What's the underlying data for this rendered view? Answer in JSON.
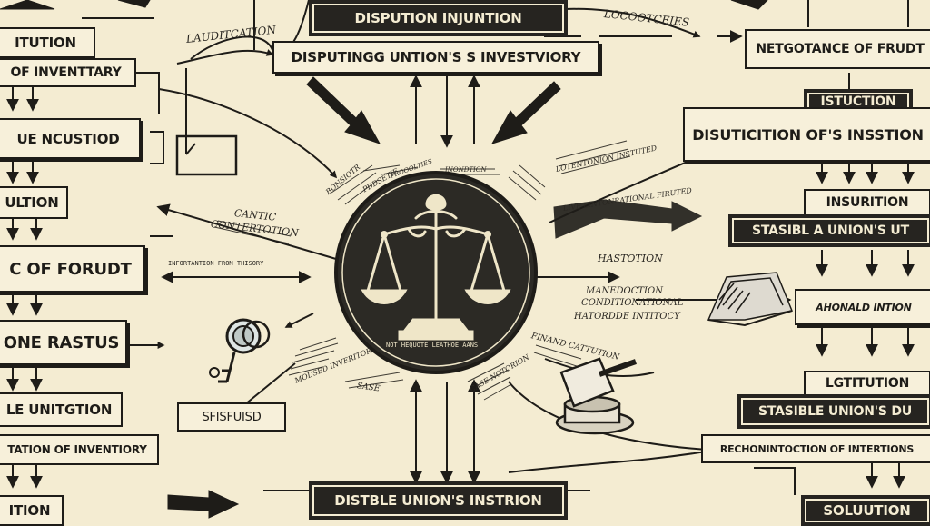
{
  "center": {
    "title_top": "DISPUTION INJUNTION",
    "title_main": "DISPUTINGG UNTION'S S INVESTVIORY",
    "emblem_caption": "NOT HEQUOTE LEATHOE AANS",
    "bottom_title": "DISTBLE UNION'S INSTRION"
  },
  "left": {
    "box1": "ITUTION",
    "box2": "OF INVENTTARY",
    "box3": "UE NCUSTIOD",
    "box4": "ULTION",
    "box5": "C OF FORUDT",
    "box6": "ONE RASTUS",
    "box7": "LE UNITGTION",
    "box8": "TATION OF INVENTIORY",
    "box9": "ITION"
  },
  "right": {
    "box1": "NETGOTANCE OF FRUDT",
    "box2": "ISTUCTION",
    "box3": "DISUTICITION OF'S INSSTION",
    "box4": "INSURITION",
    "box5": "STASIBL A UNION'S UT",
    "box6": "AHONALD INTION",
    "box7": "LGTITUTION",
    "box8": "STASIBLE UNION'S DU",
    "box9": "RECHONINTOCTION OF INTERTIONS",
    "box10": "SOLUUTION"
  },
  "labels": {
    "top_left": "LAUDITCATION",
    "top_right": "LOCOOTCEIES",
    "mid_left_1": "CANTIC",
    "mid_left_2": "CONTERTOTION",
    "mid_left_3": "INFORTANTION FROM THISORY",
    "mid_right_1": "LOTENTONION INSTUTED",
    "mid_right_2": "LIVE LINTONRATIONAL FIRUTED",
    "mid_right_3": "HASTOTION",
    "mid_right_4": "MANEDOCTION",
    "mid_right_5": "CONDITIONATIONAL",
    "mid_right_6": "HATORDDE INTITOCY",
    "near_center_right": "FINAND CATTUTION",
    "near_center_left": "BONSIOTR",
    "lower_left": "SFISFUISD",
    "small_a": "SASE",
    "small_b": "PDDSETIE",
    "small_c": "CASE NOTORION",
    "small_d": "MODSED INVERITOR",
    "small_e": "INONDTION",
    "small_f": "PROOOLTIES"
  },
  "icons": [
    "scales-of-justice-icon",
    "magnifier-key-icon",
    "gavel-icon",
    "book-icon"
  ],
  "colors": {
    "paper": "#f4ecd2",
    "ink": "#1e1c18",
    "emblem_bg": "#2c2a25",
    "emblem_fg": "#efe6c8"
  }
}
